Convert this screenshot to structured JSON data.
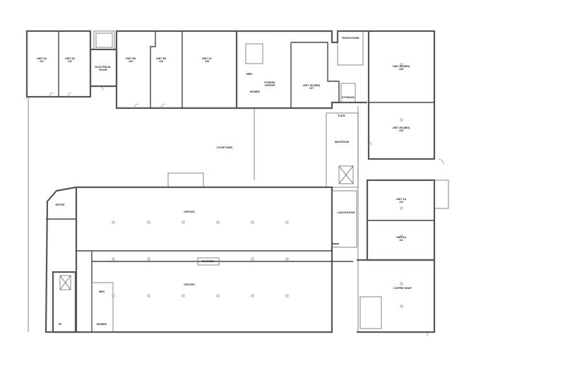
{
  "title": "Ground Floor Plan",
  "rooms": {
    "unit_3a_101": {
      "name": "UNIT 3A",
      "number": "101"
    },
    "unit_3a_102": {
      "name": "UNIT 3A",
      "number": "102"
    },
    "electrical_room": {
      "name": "ELECTRICAL",
      "name2": "ROOM"
    },
    "unit_3b_103": {
      "name": "UNIT 3B",
      "number": "103"
    },
    "unit_3b_104": {
      "name": "UNIT 3B",
      "number": "104"
    },
    "unit_3c_105": {
      "name": "UNIT 3C",
      "number": "105"
    },
    "men_upper": {
      "name": "MEN"
    },
    "women_upper": {
      "name": "WOMEN"
    },
    "fitness": {
      "name": "FITNESS",
      "name2": "CENTER"
    },
    "unit_1b": {
      "name": "UNIT 1B (MIN)",
      "number": "107"
    },
    "trash_room": {
      "name": "TRASH ROOM"
    },
    "storage": {
      "name": "STORAGE"
    },
    "unit_2b_108": {
      "name": "UNIT 2B (MIN)",
      "number": "108"
    },
    "unit_2b_109": {
      "name": "UNIT 2B (MIN)",
      "number": "109"
    },
    "emr": {
      "name": "E.M.R."
    },
    "mailroom": {
      "name": "MAILROOM"
    },
    "courtyard": {
      "name": "COURTYARD"
    },
    "unit_1a_110": {
      "name": "UNIT 1A",
      "number": "110"
    },
    "unit_1a_111": {
      "name": "UNIT 1A",
      "number": "111"
    },
    "lunch_room": {
      "name": "LUNCH ROOM"
    },
    "offices_upper": {
      "name": "OFFICES"
    },
    "offices_lower": {
      "name": "OFFICES"
    },
    "electric": {
      "name": "ELECTRIC"
    },
    "office": {
      "name": "OFFICE"
    },
    "men_lower": {
      "name": "MEN"
    },
    "women_lower": {
      "name": "WOMEN"
    },
    "stair_up": {
      "name": "UP"
    },
    "coffee_shop": {
      "name": "COFFEE SHOP"
    }
  }
}
